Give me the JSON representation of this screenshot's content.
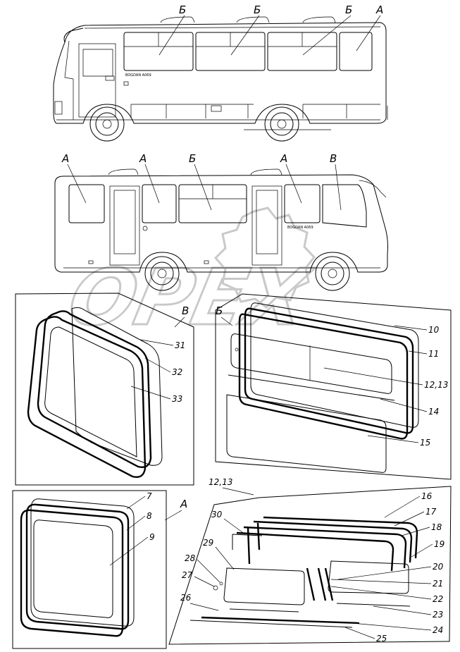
{
  "watermark": {
    "text": "OPEX",
    "color": "#c9c9c9"
  },
  "bus_top": {
    "labels": [
      "Б",
      "Б",
      "Б",
      "А"
    ],
    "logo_text": "BOGDAN A069"
  },
  "bus_bottom": {
    "labels": [
      "А",
      "А",
      "Б",
      "А",
      "В"
    ],
    "logo_text": "BOGDAN A069"
  },
  "panel_v": {
    "ref_label": "В",
    "callouts": [
      "31",
      "32",
      "33"
    ]
  },
  "panel_b": {
    "ref_label": "Б",
    "callouts": [
      "10",
      "11",
      "12,13",
      "14",
      "15"
    ]
  },
  "panel_a": {
    "ref_label": "А",
    "callouts": [
      "7",
      "8",
      "9"
    ]
  },
  "panel_detail": {
    "ref_label": "12,13",
    "callouts": [
      "16",
      "17",
      "18",
      "19",
      "20",
      "21",
      "22",
      "23",
      "24",
      "25",
      "26",
      "27",
      "28",
      "29",
      "30"
    ]
  }
}
